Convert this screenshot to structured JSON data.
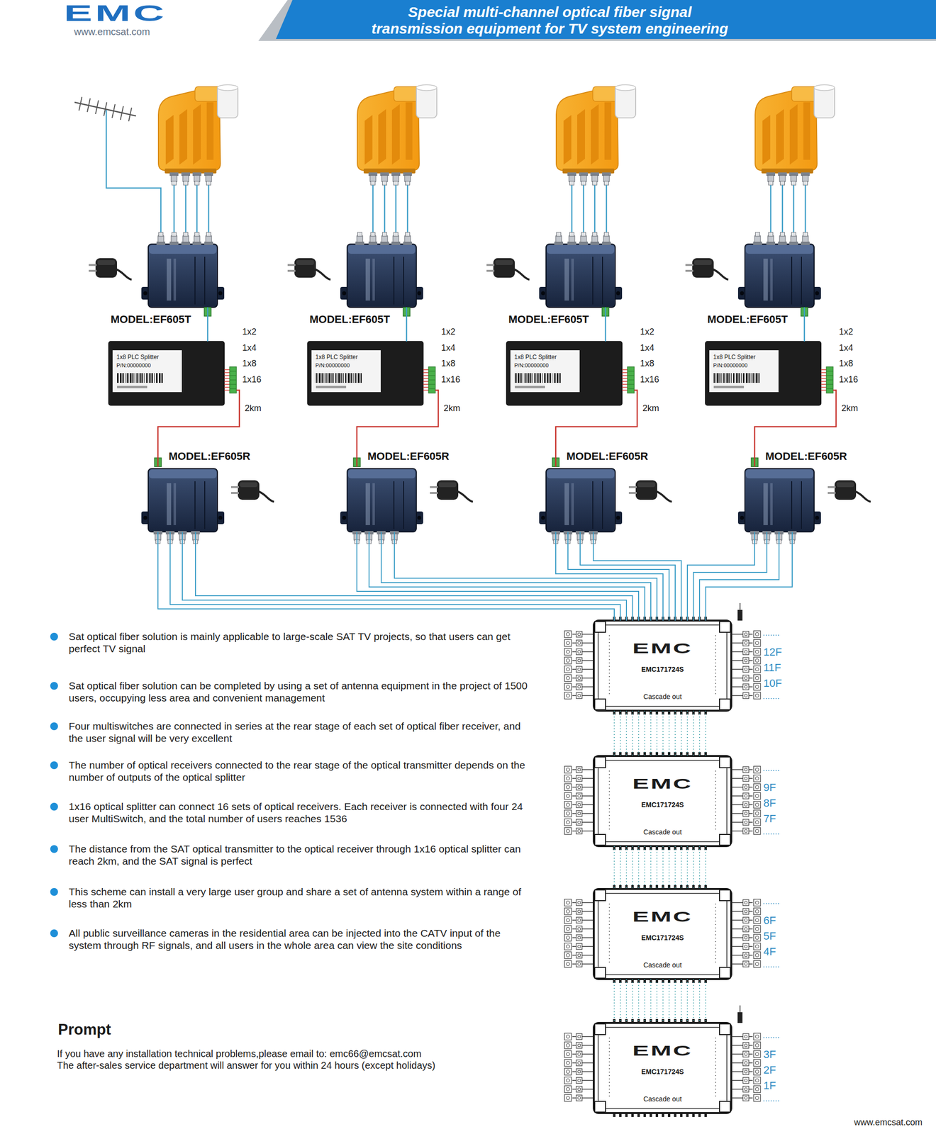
{
  "diagram": {
    "title": "Special multi-channel optical fiber signal transmission equipment for TV system engineering",
    "nodes": [
      {
        "text": [
          "MODEL:EF605T"
        ]
      },
      {
        "text": [
          "MODEL:EF605T"
        ]
      },
      {
        "text": [
          "MODEL:EF605T"
        ]
      },
      {
        "text": [
          "MODEL:EF605T"
        ]
      },
      {
        "text": [
          "1x8 PLC Splitter",
          "P/N:00000000"
        ]
      },
      {
        "text": [
          "1x8 PLC Splitter",
          "P/N:00000000"
        ]
      },
      {
        "text": [
          "1x8 PLC Splitter",
          "P/N:00000000"
        ]
      },
      {
        "text": [
          "1x8 PLC Splitter",
          "P/N:00000000"
        ]
      },
      {
        "text": [
          "MODEL:EF605R"
        ]
      },
      {
        "text": [
          "MODEL:EF605R"
        ]
      },
      {
        "text": [
          "MODEL:EF605R"
        ]
      },
      {
        "text": [
          "MODEL:EF605R"
        ]
      },
      {
        "text": [
          "EMC",
          "EMC171724S",
          "Cascade out"
        ]
      },
      {
        "text": [
          "EMC",
          "EMC171724S",
          "Cascade out"
        ]
      },
      {
        "text": [
          "EMC",
          "EMC171724S",
          "Cascade out"
        ]
      },
      {
        "text": [
          "EMC",
          "EMC171724S",
          "Cascade out"
        ]
      }
    ],
    "edges": [
      {
        "from": 0,
        "to": 4,
        "arrow": "none"
      },
      {
        "from": 1,
        "to": 5,
        "arrow": "none"
      },
      {
        "from": 2,
        "to": 6,
        "arrow": "none"
      },
      {
        "from": 3,
        "to": 7,
        "arrow": "none"
      },
      {
        "from": 4,
        "to": 8,
        "label": "2km",
        "arrow": "none"
      },
      {
        "from": 5,
        "to": 9,
        "label": "2km",
        "arrow": "none"
      },
      {
        "from": 6,
        "to": 10,
        "label": "2km",
        "arrow": "none"
      },
      {
        "from": 7,
        "to": 11,
        "label": "2km",
        "arrow": "none"
      },
      {
        "from": 8,
        "to": 12,
        "arrow": "none"
      },
      {
        "from": 9,
        "to": 12,
        "arrow": "none"
      },
      {
        "from": 10,
        "to": 12,
        "arrow": "none"
      },
      {
        "from": 11,
        "to": 12,
        "arrow": "none"
      },
      {
        "from": 12,
        "to": 13,
        "arrow": "none"
      },
      {
        "from": 13,
        "to": 14,
        "arrow": "none"
      },
      {
        "from": 14,
        "to": 15,
        "arrow": "none"
      }
    ],
    "labels": [
      "EMC",
      "www.emcsat.com",
      "1x2",
      "1x4",
      "1x8",
      "1x16",
      "1x2",
      "1x4",
      "1x8",
      "1x16",
      "1x2",
      "1x4",
      "1x8",
      "1x16",
      "1x2",
      "1x4",
      "1x8",
      "1x16",
      "12F",
      "11F",
      "10F",
      "9F",
      "8F",
      "7F",
      "6F",
      "5F",
      "4F",
      "3F",
      "2F",
      "1F",
      "Sat optical fiber solution is mainly applicable to large-scale SAT TV projects, so that users can get perfect TV signal",
      "Sat optical fiber solution can be completed by using a set of antenna equipment in the project of 1500 users, occupying less area and convenient management",
      "Four multiswitches are connected in series at the rear stage of each set of optical fiber receiver, and the user signal will be very excellent",
      "The number of optical receivers connected to the rear stage of the optical transmitter depends on the number of outputs of the optical splitter",
      "1x16 optical splitter can connect 16 sets of optical receivers. Each receiver is connected with four 24 user MultiSwitch, and the total number of users reaches 1536",
      "The distance from the SAT optical transmitter to the optical receiver through 1x16 optical splitter can reach 2km, and the SAT signal is perfect",
      "This scheme can install a very large user group and share a set of antenna system within a range of less than 2km",
      "All public surveillance cameras in the residential area can be injected into the CATV input of the system through RF signals, and all users in the whole area can view the site conditions",
      "Prompt",
      "If you have any installation technical problems,please email to: emc66@emcsat.com",
      "The after-sales service department will answer for you within 24 hours (except holidays)",
      "www.emcsat.com"
    ]
  }
}
